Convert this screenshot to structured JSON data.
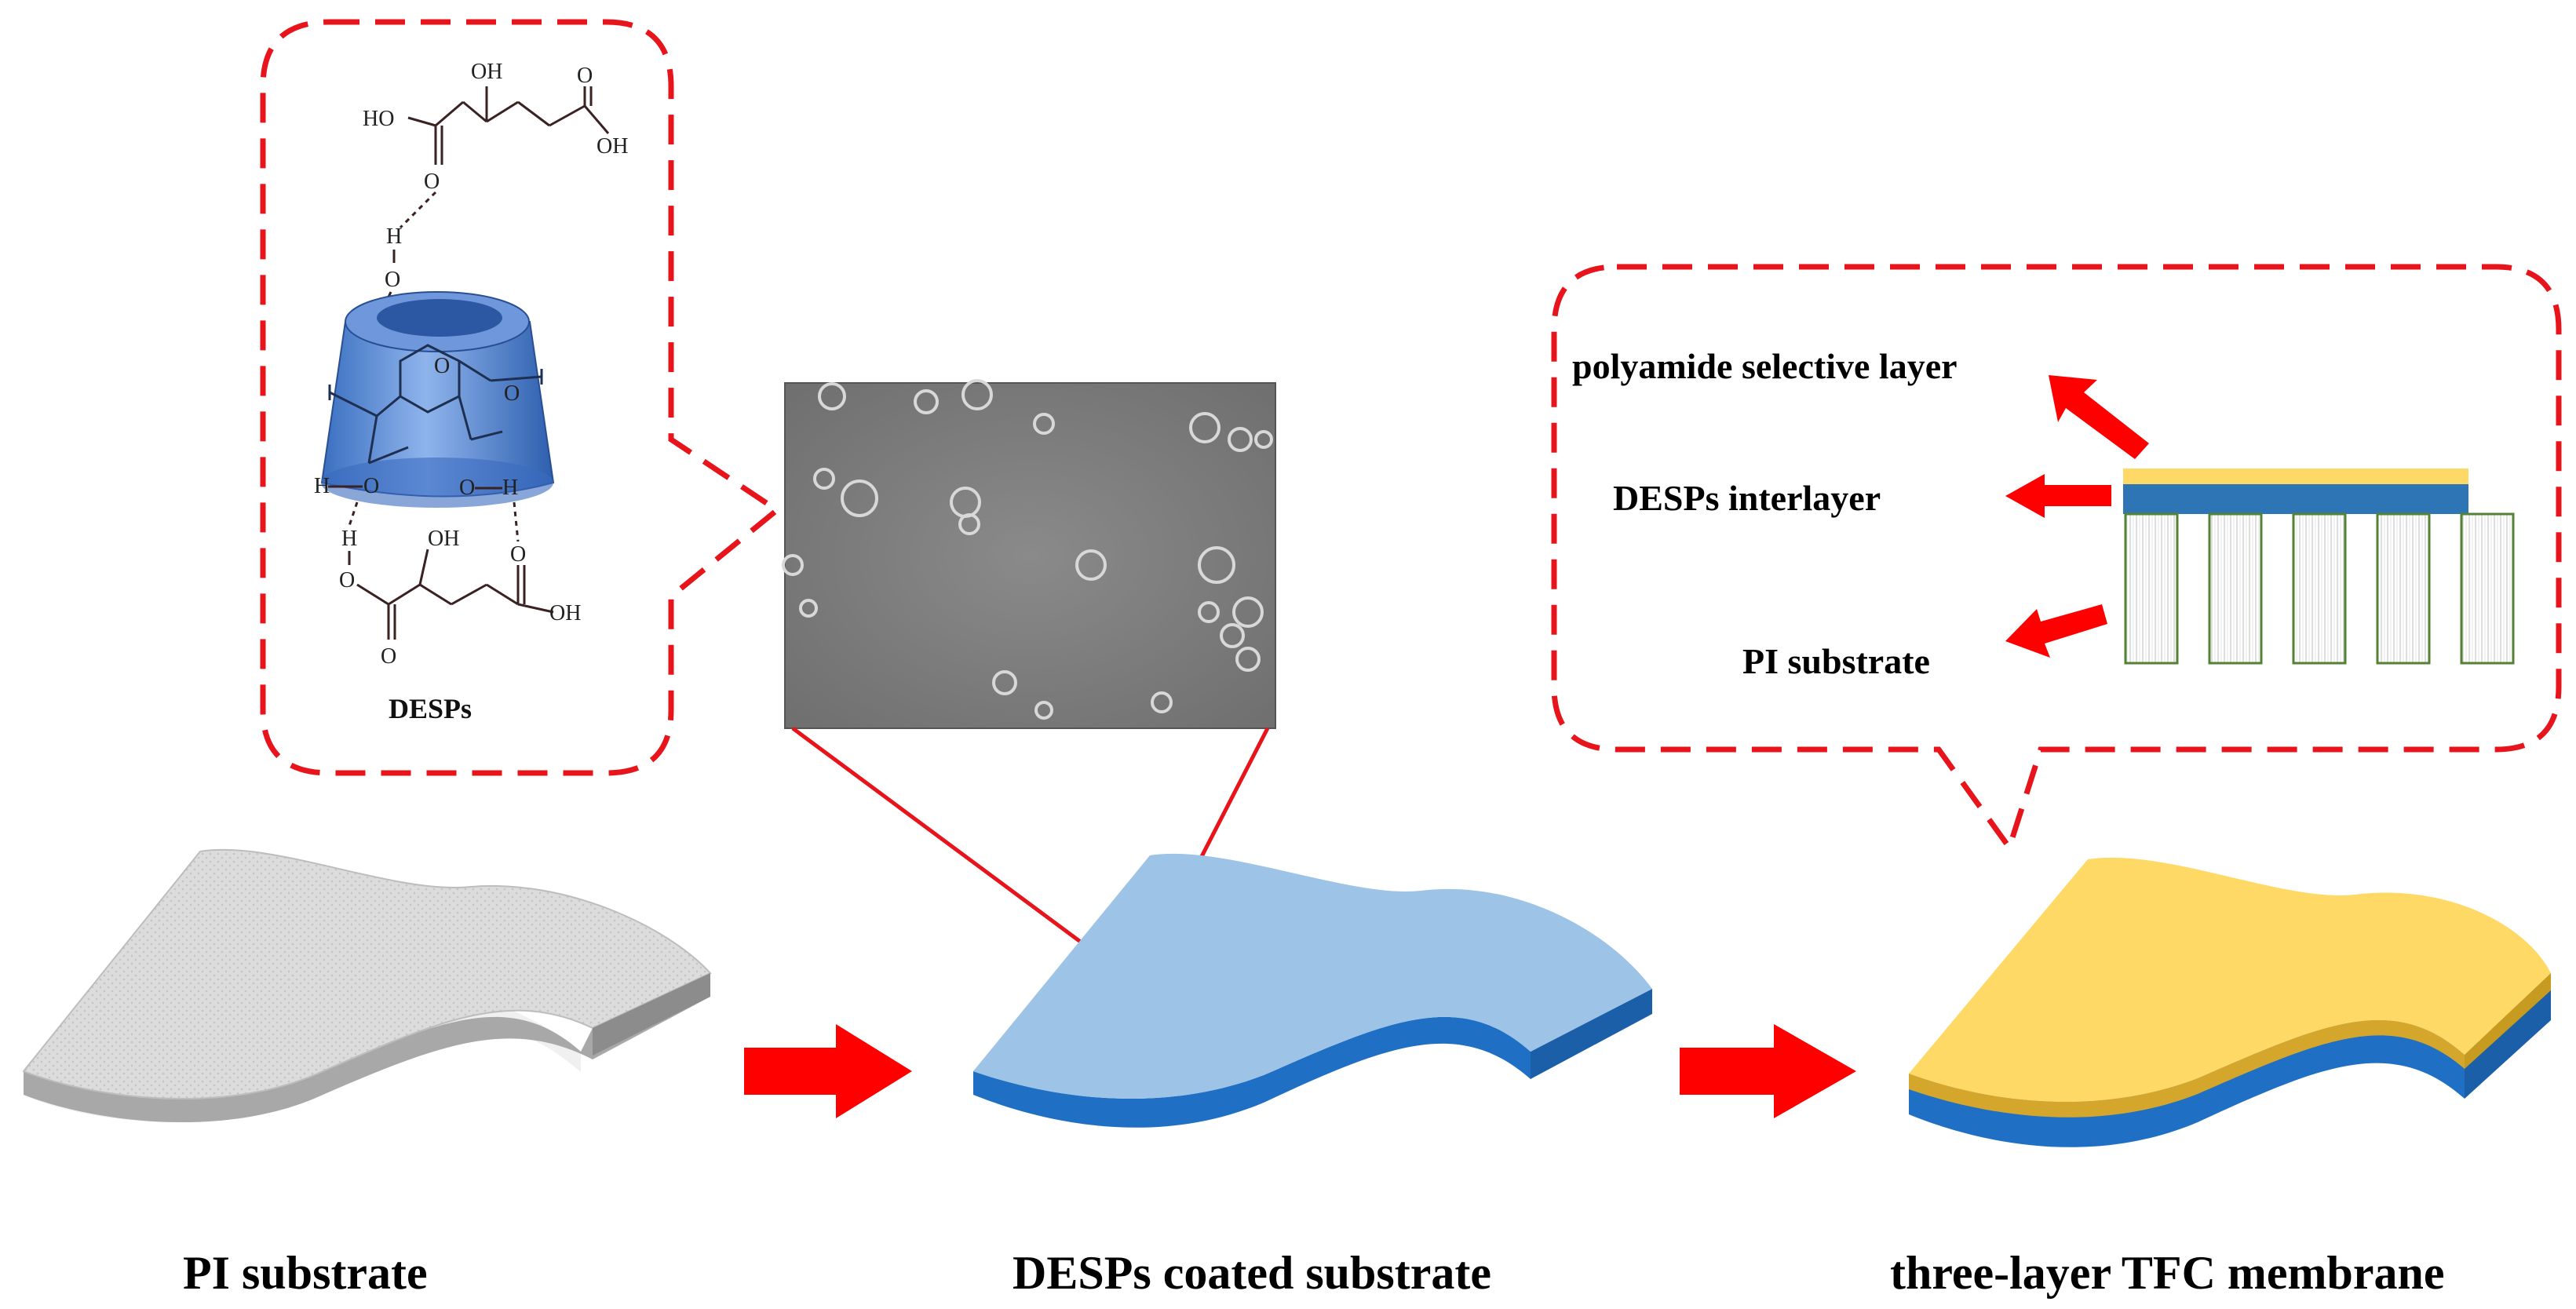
{
  "stages": {
    "pi": "PI substrate",
    "coated": "DESPs coated substrate",
    "tfc": "three-layer TFC membrane"
  },
  "molecule": {
    "title": "DESPs",
    "labels": {
      "top_oh": "OH",
      "top_ho": "HO",
      "top_o": "O",
      "top_oh2": "OH",
      "top_o2": "O",
      "upper_h": "H",
      "upper_o": "O",
      "left_h": "H",
      "left_o": "O",
      "right_o": "O",
      "right_h": "H",
      "low_h": "H",
      "bottom_oh": "OH",
      "bottom_o_l": "O",
      "bottom_o2": "O",
      "bottom_o3": "O",
      "bottom_oh2": "OH",
      "ring_o": "O",
      "ring_o2": "O"
    }
  },
  "layers": {
    "selective": "polyamide  selective layer",
    "interlayer": "DESPs interlayer",
    "substrate": "PI substrate"
  },
  "colors": {
    "callout_red": "#e8141b",
    "arrow_red": "#ff0000",
    "substrate_grey": "#d9d9d9",
    "coated_blue": "#9dc3e6",
    "coated_edge": "#1f6fc4",
    "polyamide_yellow": "#ffd966",
    "interlayer_blue": "#2e75b6",
    "pore_green": "#548235",
    "cyclodextrin_blue": "#5b8fd6"
  }
}
